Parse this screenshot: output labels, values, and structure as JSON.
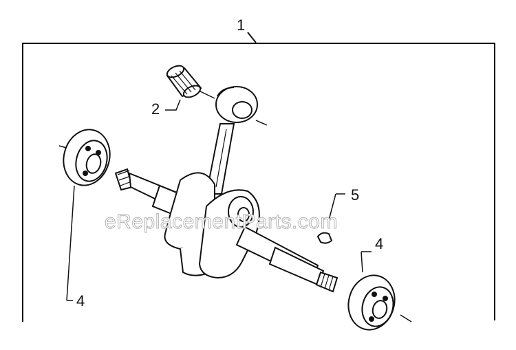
{
  "callouts": {
    "assembly": "1",
    "needle_bearing": "2",
    "ball_bearing_left": "4",
    "ball_bearing_right": "4",
    "woodruff_key": "5"
  },
  "watermark": "eReplacementParts.com",
  "colors": {
    "ink": "#111111",
    "watermark_outline": "#b9b9b9",
    "background": "#ffffff"
  }
}
